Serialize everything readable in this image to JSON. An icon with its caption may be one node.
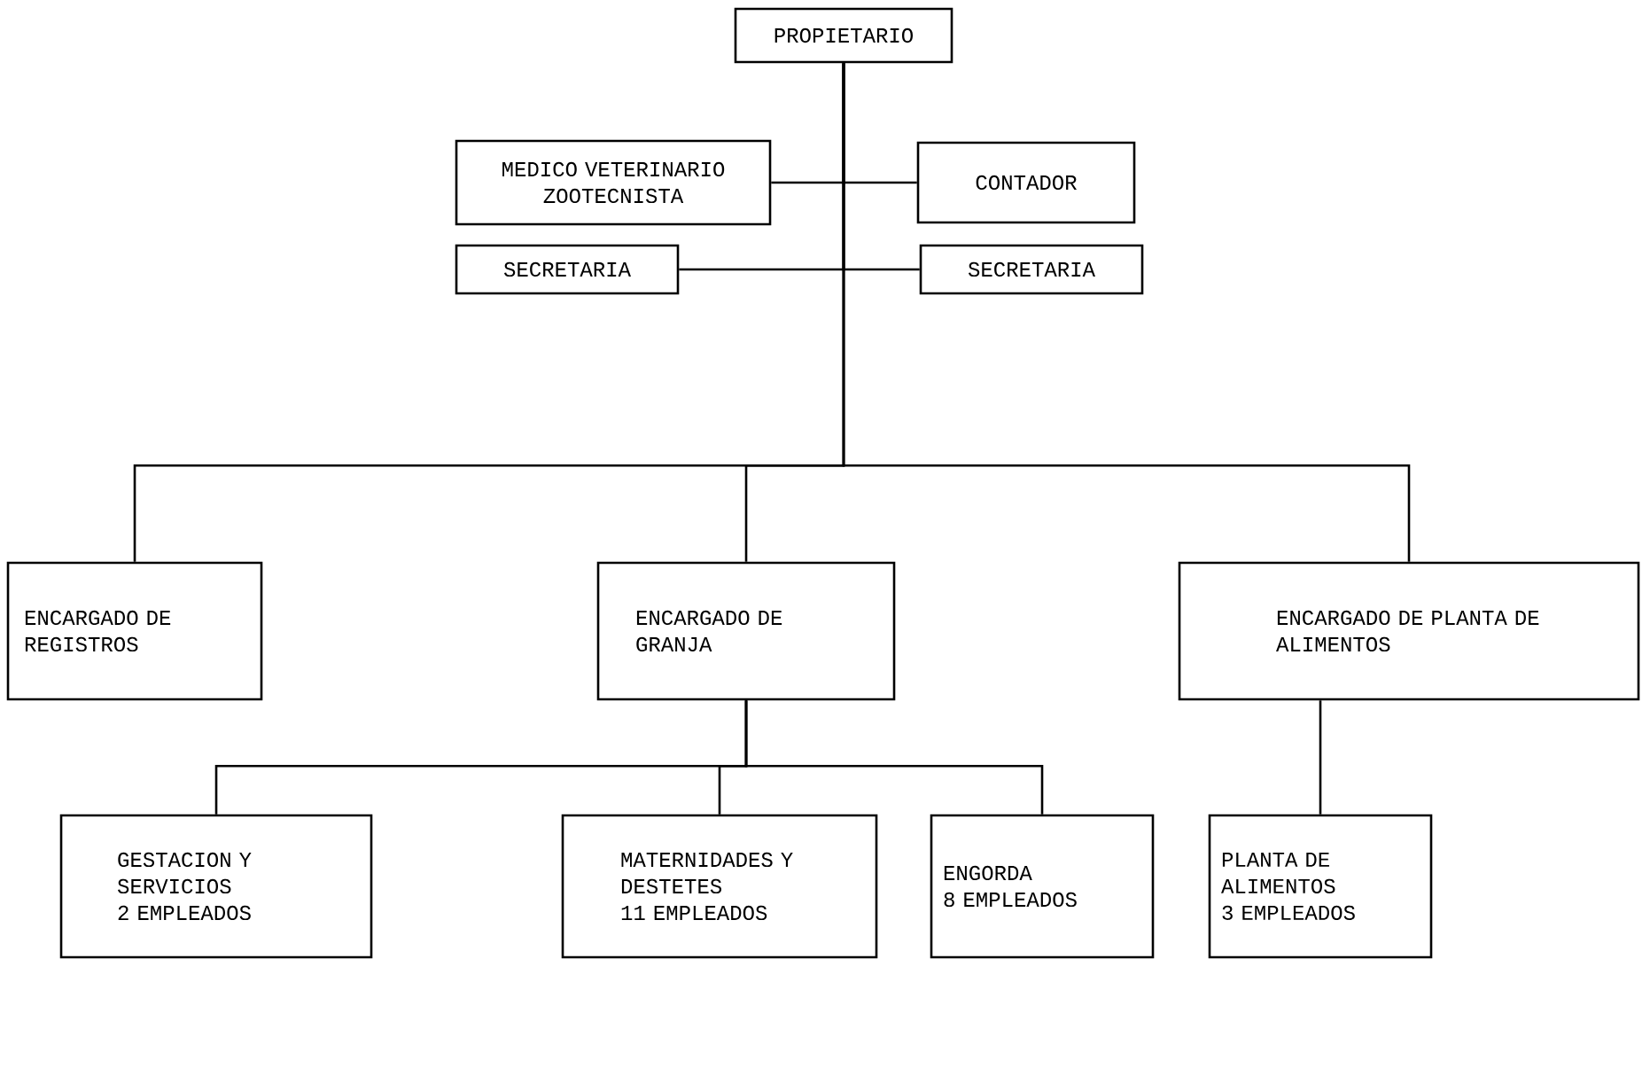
{
  "diagram": {
    "nodes": [
      {
        "text": [
          "PROPIETARIO"
        ]
      },
      {
        "text": [
          "MEDICO VETERINARIO ZOOTECNISTA"
        ]
      },
      {
        "text": [
          "CONTADOR"
        ]
      },
      {
        "text": [
          "SECRETARIA"
        ]
      },
      {
        "text": [
          "SECRETARIA"
        ]
      },
      {
        "text": [
          "ENCARGADO DE REGISTROS"
        ]
      },
      {
        "text": [
          "ENCARGADO DE GRANJA"
        ]
      },
      {
        "text": [
          "ENCARGADO DE PLANTA DE ALIMENTOS"
        ]
      },
      {
        "text": [
          "GESTACION Y SERVICIOS",
          "2 EMPLEADOS"
        ]
      },
      {
        "text": [
          "MATERNIDADES Y DESTETES",
          "11 EMPLEADOS"
        ]
      },
      {
        "text": [
          "ENGORDA",
          "8 EMPLEADOS"
        ]
      },
      {
        "text": [
          "PLANTA DE ALIMENTOS",
          "3 EMPLEADOS"
        ]
      }
    ],
    "edges": [
      {
        "from": 0,
        "to": 1,
        "arrow": "none"
      },
      {
        "from": 0,
        "to": 2,
        "arrow": "none"
      },
      {
        "from": 0,
        "to": 3,
        "arrow": "none"
      },
      {
        "from": 0,
        "to": 4,
        "arrow": "none"
      },
      {
        "from": 0,
        "to": 5,
        "arrow": "none"
      },
      {
        "from": 0,
        "to": 6,
        "arrow": "none"
      },
      {
        "from": 0,
        "to": 7,
        "arrow": "none"
      },
      {
        "from": 6,
        "to": 8,
        "arrow": "none"
      },
      {
        "from": 6,
        "to": 9,
        "arrow": "none"
      },
      {
        "from": 6,
        "to": 10,
        "arrow": "none"
      },
      {
        "from": 7,
        "to": 11,
        "arrow": "none"
      }
    ]
  }
}
